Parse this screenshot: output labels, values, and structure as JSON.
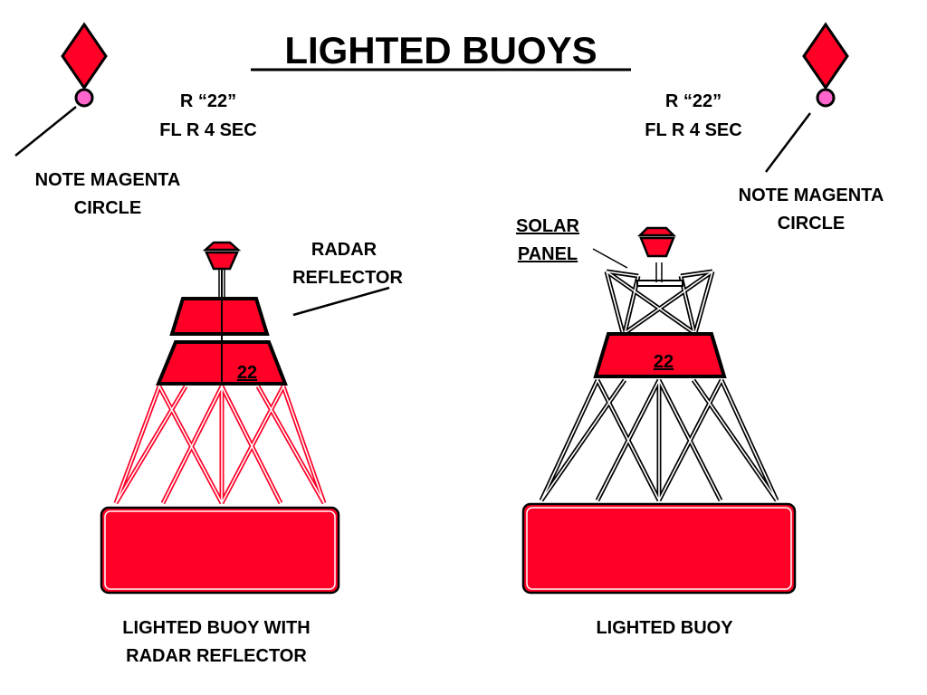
{
  "title": "LIGHTED BUOYS",
  "left_chart_label": {
    "line1": "R “22”",
    "line2": "FL R 4 SEC"
  },
  "right_chart_label": {
    "line1": "R “22”",
    "line2": "FL R 4 SEC"
  },
  "left_note": {
    "line1": "NOTE MAGENTA",
    "line2": "CIRCLE"
  },
  "right_note": {
    "line1": "NOTE MAGENTA",
    "line2": "CIRCLE"
  },
  "radar_label": {
    "line1": "RADAR",
    "line2": "REFLECTOR"
  },
  "solar_label": {
    "line1": "SOLAR",
    "line2": "PANEL"
  },
  "left_buoy_number": "22",
  "right_buoy_number": "22",
  "left_caption": {
    "line1": "LIGHTED BUOY WITH",
    "line2": "RADAR REFLECTOR"
  },
  "right_caption": "LIGHTED BUOY",
  "colors": {
    "buoy_red": "#ff0026",
    "magenta": "#ff66cc",
    "legs_left": "#ff0026",
    "legs_right": "#000000"
  }
}
